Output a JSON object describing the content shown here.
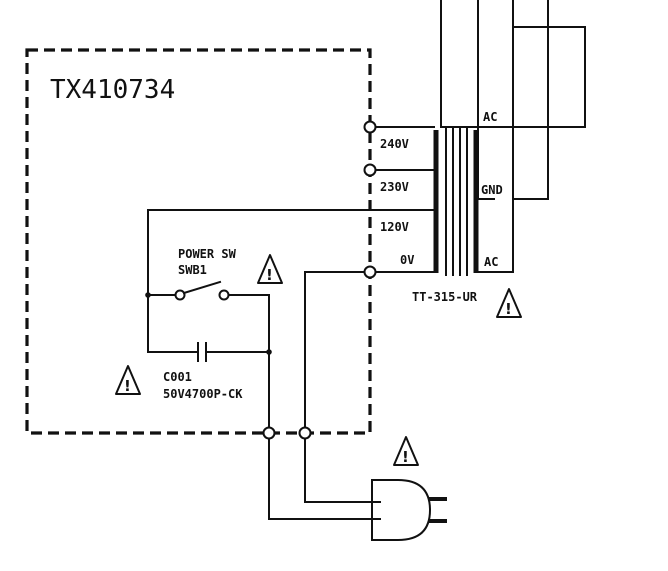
{
  "board": {
    "title": "TX410734"
  },
  "transformer": {
    "taps": [
      "240V",
      "230V",
      "120V",
      "0V"
    ],
    "secondary": {
      "ac_top": "AC",
      "gnd": "GND",
      "ac_bottom": "AC"
    },
    "part": "TT-315-UR"
  },
  "power_switch": {
    "name": "POWER SW",
    "ref": "SWB1"
  },
  "capacitor": {
    "ref": "C001",
    "value": "50V4700P-CK"
  },
  "warning_icon": "warning-triangle-icon"
}
